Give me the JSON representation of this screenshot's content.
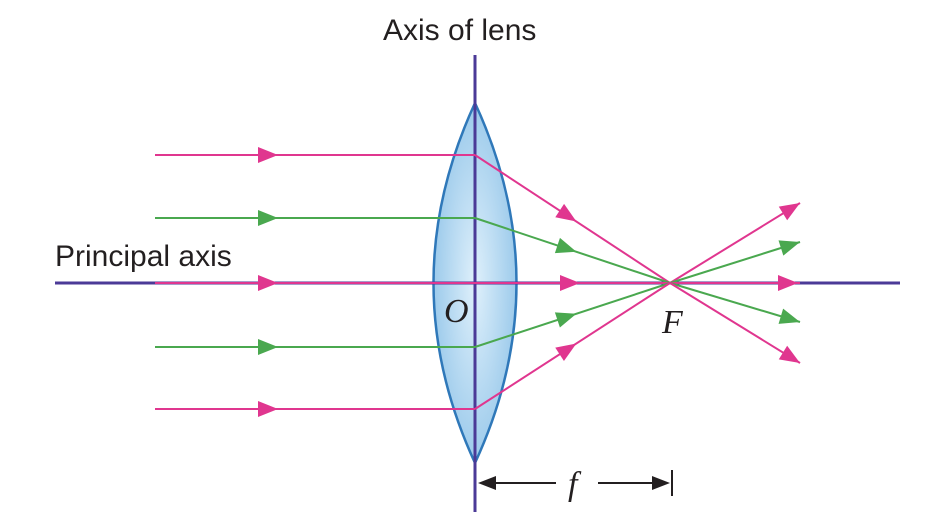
{
  "labels": {
    "axis_of_lens": "Axis of lens",
    "principal_axis": "Principal axis",
    "optical_centre": "O",
    "focus": "F",
    "focal_length": "f"
  },
  "colors": {
    "magenta_ray": "#e0368f",
    "green_ray": "#4aa84f",
    "axis_line": "#4b3a97",
    "lens_fill": "#a9d4ef",
    "lens_edge": "#2f78b9",
    "text": "#231f20"
  },
  "icons": {
    "ray_arrowhead": "triangle-arrowhead",
    "dimension_arrow": "double-headed-arrow"
  }
}
